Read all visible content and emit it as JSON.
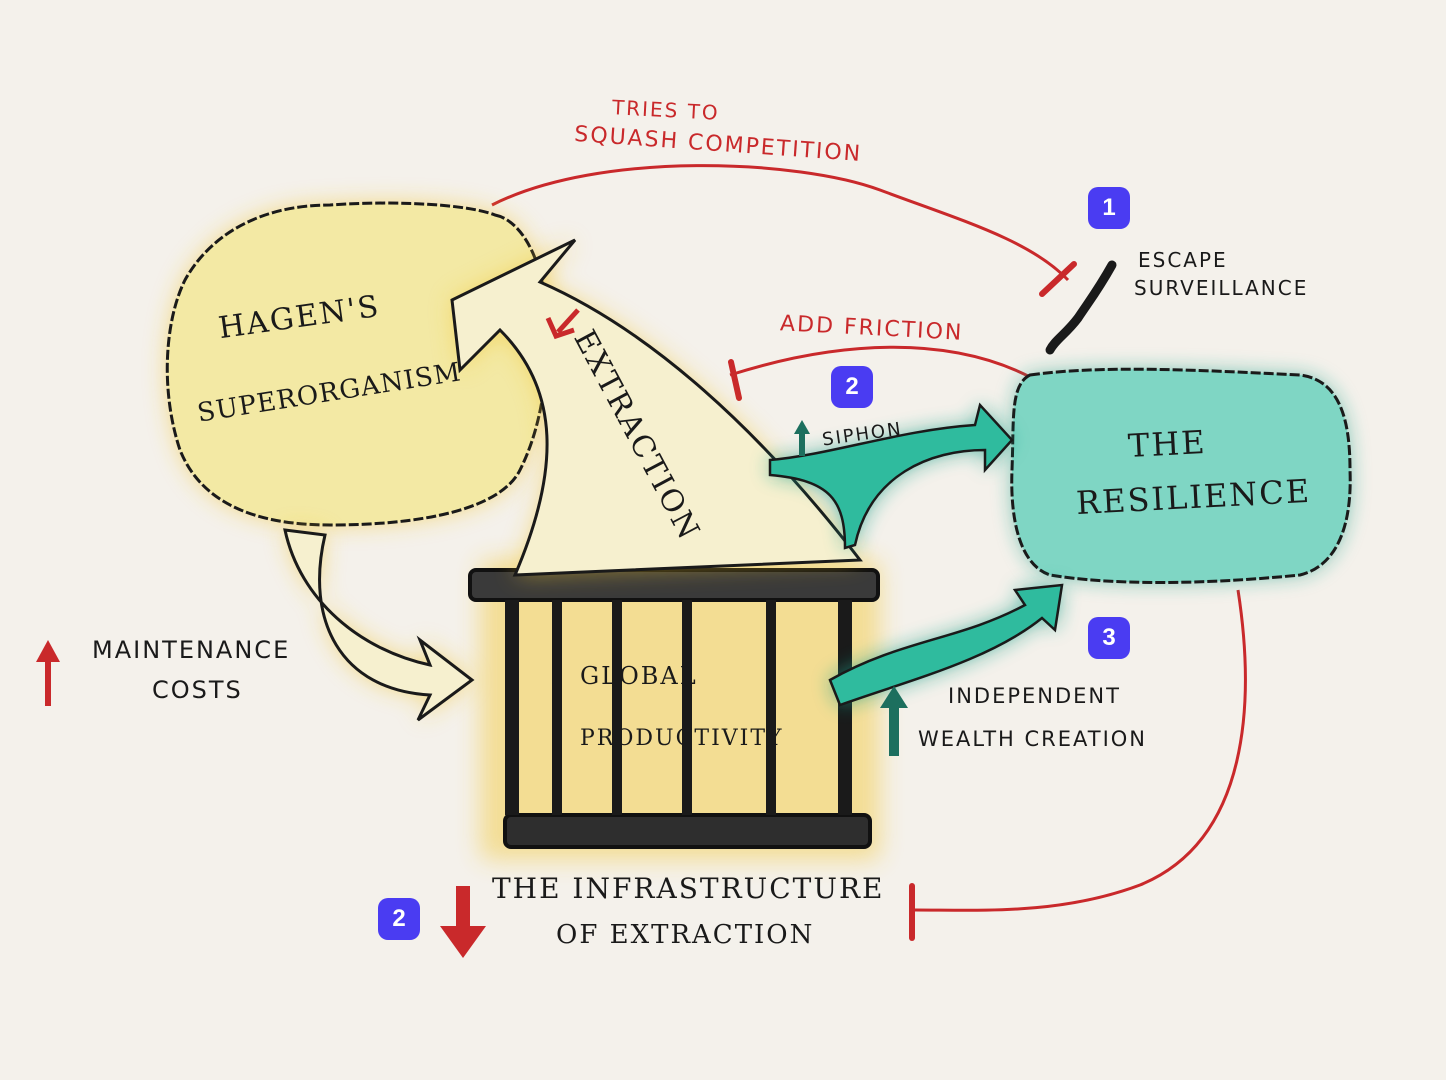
{
  "colors": {
    "paper": "#f4f1eb",
    "ink": "#1a1a1a",
    "inhibit_red": "#c9292b",
    "superorganism_yellow": "#f3e9a4",
    "glow_yellow": "#f2c52a",
    "resilience_teal": "#7fd6c4",
    "flow_teal": "#1fa08a",
    "badge_purple": "#4a3cf2"
  },
  "nodes": {
    "superorganism": {
      "line1": "Hagen's",
      "line2": "Superorganism"
    },
    "resilience": {
      "line1": "The",
      "line2": "Resilience"
    },
    "productivity": {
      "line1": "Global",
      "line2": "Productivity"
    }
  },
  "arrows": {
    "squash": {
      "line1": "Tries to",
      "line2": "Squash Competition"
    },
    "friction": "Add Friction",
    "extraction": "Extraction",
    "siphon": "Siphon",
    "escape": {
      "line1": "Escape",
      "line2": "Surveillance"
    },
    "maintenance": {
      "line1": "Maintenance",
      "line2": "Costs"
    },
    "wealth": {
      "line1": "Independent",
      "line2": "Wealth Creation"
    },
    "infrastructure": {
      "line1": "The Infrastructure",
      "line2": "of Extraction"
    }
  },
  "badges": [
    "1",
    "2",
    "3",
    "2"
  ],
  "icons": [
    "up-arrow-icon",
    "down-arrow-icon",
    "inhibit-bar-icon"
  ]
}
